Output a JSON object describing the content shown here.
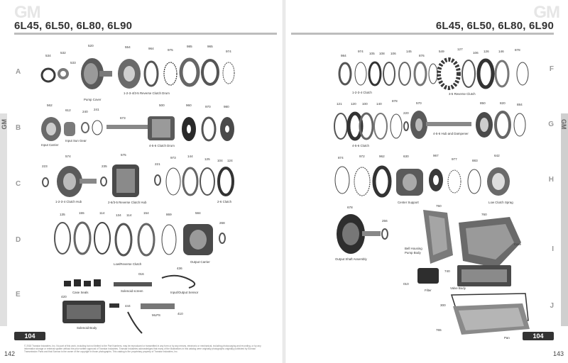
{
  "left_page": {
    "brand": "GM",
    "title": "6L45, 6L50, 6L80, 6L90",
    "rows": [
      "A",
      "B",
      "C",
      "D",
      "E"
    ],
    "side_brand": "GM",
    "badge": "104",
    "page_number": "142",
    "copyright": "© 2018 Transtar Industries, Inc. No part of this work, including but not limited to the Part Numbers, may be reproduced or transmitted in any form or by any means, electronic or mechanical, including photocopying and recording, or by any information storage or retrieval system without the prior written approval of Transtar Industries. Transtar Industries acknowledges that many of the illustrations in this catalog were originally photographs originally published by Sonnax Transmission Parts and that Sonnax is the owner of the copyright in those photographs. This catalog is the proprietary property of Transtar Industries, Inc.",
    "parts": {
      "p534": "534",
      "p532": "532",
      "p533": "533",
      "p520": "520",
      "p554": "554",
      "p964": "964",
      "p975": "975",
      "p985": "985",
      "p965": "965",
      "p974": "974",
      "pump_cover": "Pump Cover",
      "reverse_clutch_drum": "1-2-3-4/3-5 Reverse Clutch Drum",
      "p562": "562",
      "p612": "612",
      "p240": "240",
      "p241": "241",
      "p673": "673",
      "p500": "500",
      "p960": "960",
      "p970": "970",
      "p980": "980",
      "input_carrier": "Input Carrier",
      "input_sun_gear": "Input Sun Gear",
      "clutch_drum_456": "4-5-6 Clutch Drum",
      "p223": "223",
      "p574": "574",
      "p235": "235",
      "p575": "575",
      "p221": "221",
      "p973": "973",
      "p144": "144",
      "p125": "125",
      "p104": "104",
      "p124": "124",
      "clutch_hub_1234": "1-2-3-4 Clutch Hub",
      "reverse_clutch_hub": "2-6/3-5 Reverse Clutch Hub",
      "clutch_26": "2-6 Clutch",
      "p135": "135",
      "p155": "155",
      "p114": "114",
      "p134": "134",
      "p114b": "114",
      "p154": "154",
      "p869": "869",
      "p584": "584",
      "p268": "268",
      "low_reverse_clutch": "Low/Reverse Clutch",
      "output_carrier": "Output Carrier",
      "p016": "016",
      "p436": "436",
      "p420": "420",
      "p444": "444",
      "p410": "410",
      "case_seals": "Case Seals",
      "solenoid_screen": "Solenoid screen",
      "io_sensor": "Input/Output Sensor",
      "mlps": "MLPS",
      "solenoid_body": "Solenoid Body"
    }
  },
  "right_page": {
    "brand": "GM",
    "title": "6L45, 6L50, 6L80, 6L90",
    "rows": [
      "F",
      "G",
      "H",
      "I",
      "J"
    ],
    "side_brand": "GM",
    "badge": "104",
    "page_number": "143",
    "parts": {
      "p984": "984",
      "p974": "974",
      "p105": "105",
      "p108": "108",
      "p106": "106",
      "p145": "145",
      "p876": "876",
      "p549": "549",
      "p127": "127",
      "p106b": "106",
      "p126": "126",
      "p146": "146",
      "p878": "878",
      "clutch_1234": "1-2-3-4 Clutch",
      "reverse_clutch_35": "3-5 Reverse Clutch",
      "p121": "121",
      "p120": "120",
      "p100": "100",
      "p140": "140",
      "p878b": "878",
      "p220": "220",
      "p570": "570",
      "p850": "850",
      "p820": "820",
      "p884": "884",
      "clutch_456": "4-5-6 Clutch",
      "hub_dampener": "4-5-6 Hub and Dampener",
      "p874": "874",
      "p972": "972",
      "p962": "962",
      "p630": "630",
      "p967": "967",
      "p977": "977",
      "p883": "883",
      "p642": "642",
      "center_support": "Center Support",
      "low_clutch_sprag": "Low Clutch Sprag",
      "p678": "678",
      "p256": "256",
      "p750": "750",
      "p760": "760",
      "p740": "740",
      "p010": "010",
      "p300": "300",
      "p765": "765",
      "output_shaft": "Output Shaft Assembly",
      "bell_housing": "Bell Housing",
      "pump_body": "Pump Body",
      "case": "Case",
      "filter": "Filter",
      "valve_body": "Valve Body",
      "pan": "Pan"
    }
  },
  "colors": {
    "part_dark": "#3a3a3a",
    "part_mid": "#7a7a7a",
    "part_light": "#bfbfbf",
    "badge_bg": "#333333",
    "rule": "#bdbdbd"
  }
}
